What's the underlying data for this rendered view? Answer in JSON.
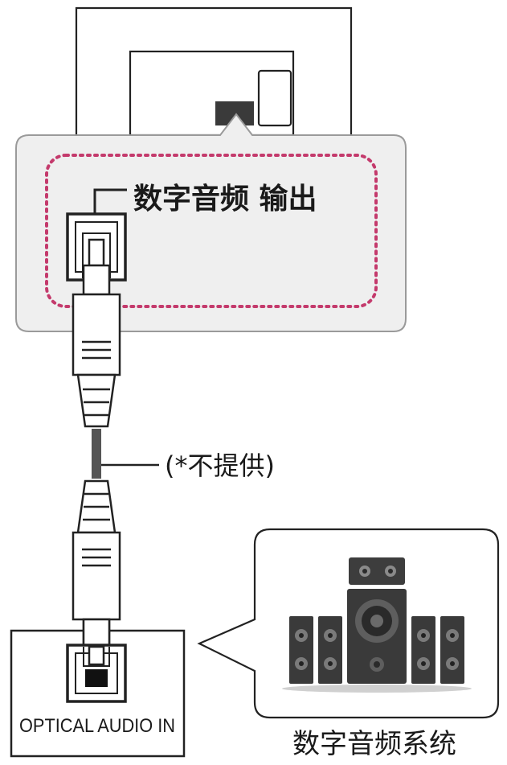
{
  "labels": {
    "digital_audio_output": "数字音频 输出",
    "not_supplied": "(*不提供)",
    "optical_audio_in": "OPTICAL AUDIO IN",
    "digital_audio_system": "数字音频系统"
  },
  "colors": {
    "panel_fill": "#efefef",
    "outline": "#222222",
    "dotted_highlight": "#c43a6c",
    "cable_mid": "#555555"
  },
  "icons": [
    "optical-output-port",
    "optical-cable",
    "optical-input-port",
    "speaker-system-icon"
  ]
}
